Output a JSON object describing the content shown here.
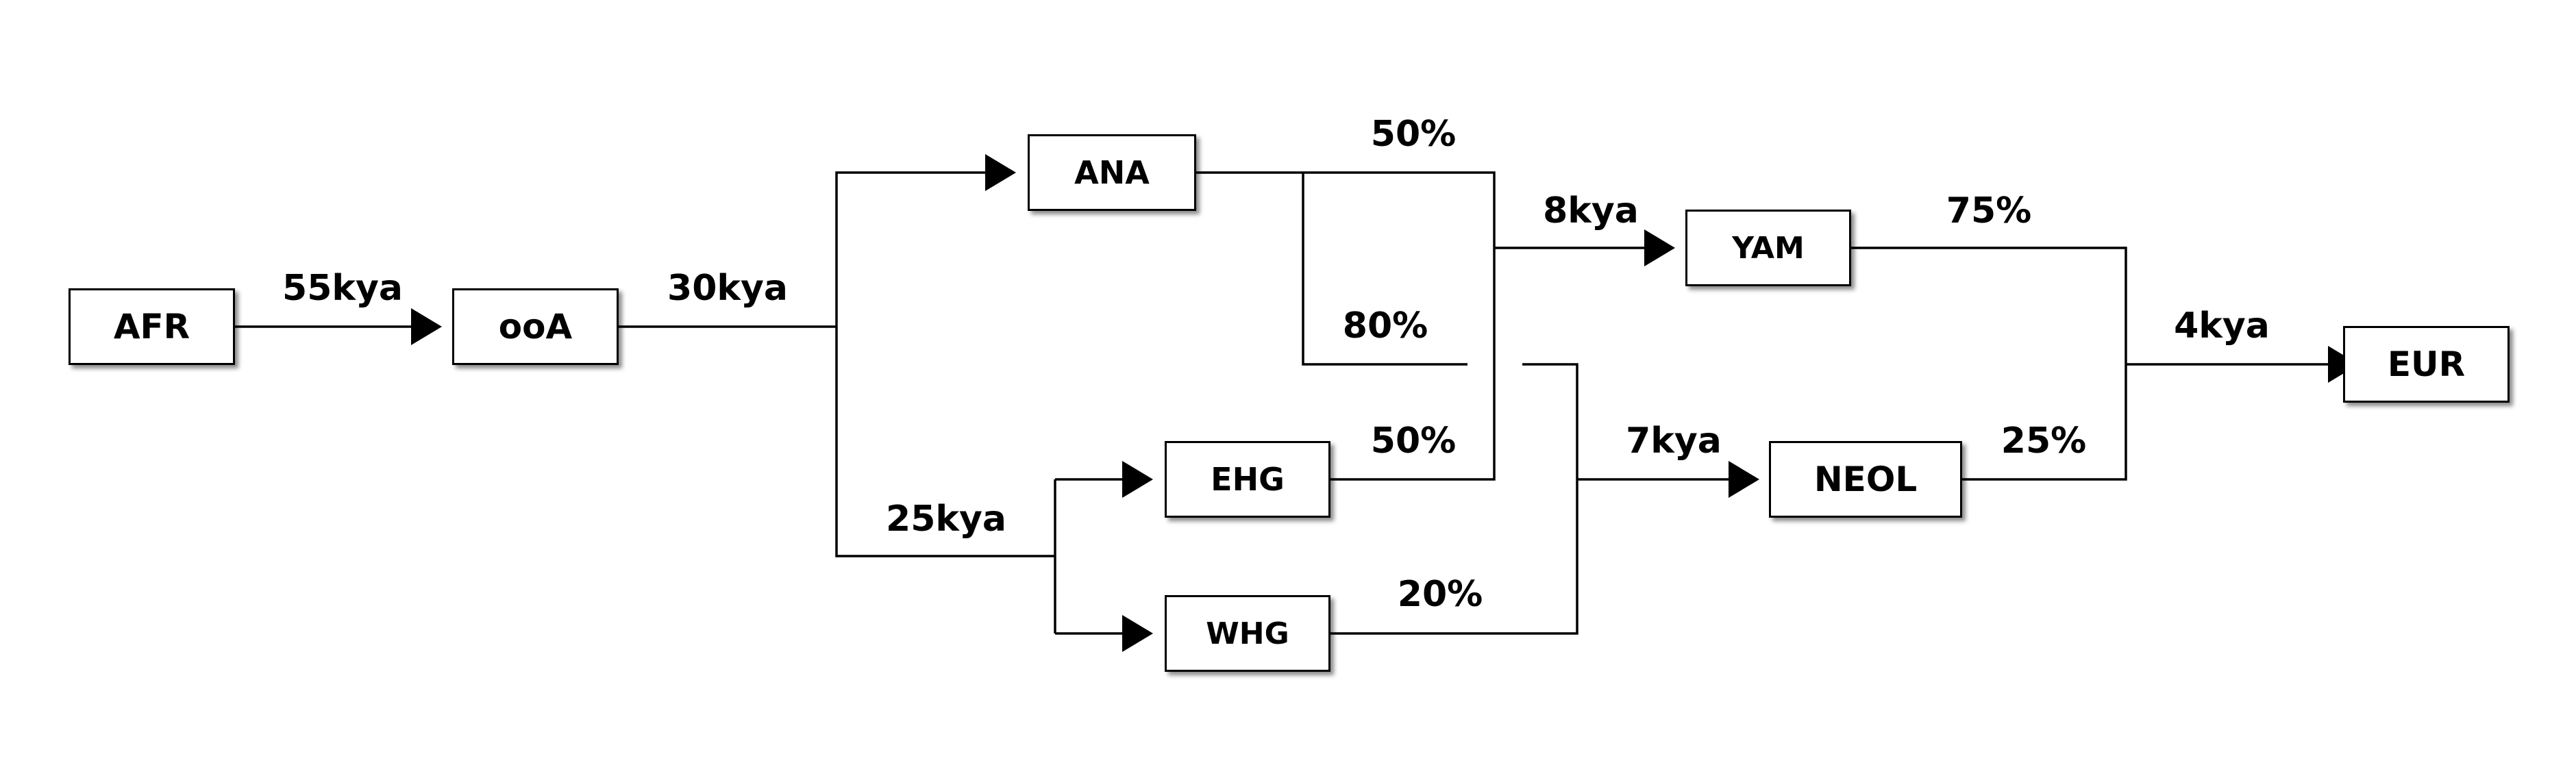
{
  "nodes": {
    "afr": "AFR",
    "ooa": "ooA",
    "ana": "ANA",
    "ehg": "EHG",
    "whg": "WHG",
    "yam": "YAM",
    "neol": "NEOL",
    "eur": "EUR"
  },
  "edge_labels": {
    "afr_ooa": "55kya",
    "ooa_split": "30kya",
    "hg_split": "25kya",
    "ana_to_yam": "50%",
    "ana_to_neol": "80%",
    "ehg_to_yam": "50%",
    "whg_to_neol": "20%",
    "yam_time": "8kya",
    "neol_time": "7kya",
    "yam_to_eur": "75%",
    "neol_to_eur": "25%",
    "eur_time": "4kya"
  },
  "colors": {
    "line": "#000000",
    "box_fill": "#ffffff"
  }
}
